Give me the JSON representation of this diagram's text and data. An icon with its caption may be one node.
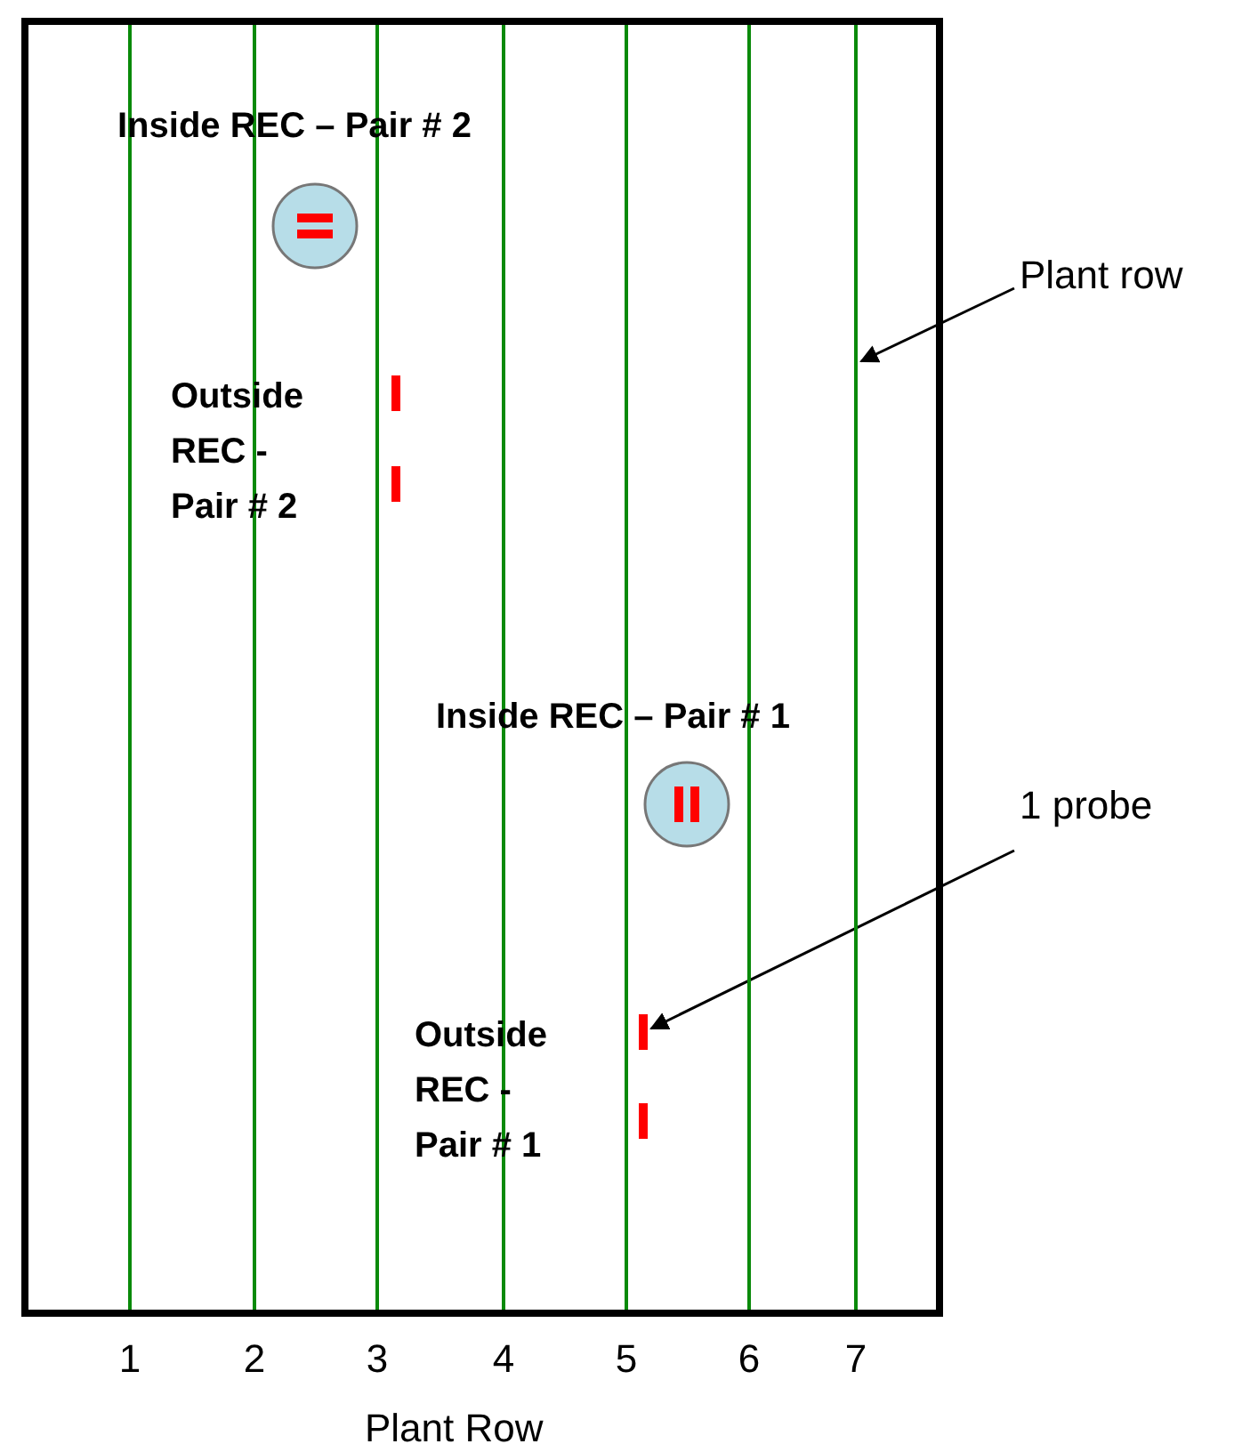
{
  "diagram": {
    "nodes": [
      {
        "text": [
          "Plant row"
        ]
      },
      {
        "text": [],
        "shape": "bar"
      },
      {
        "text": [
          "1 probe"
        ]
      },
      {
        "text": [],
        "shape": "bar"
      }
    ],
    "edges": [
      {
        "from": 0,
        "to": 1,
        "arrow": "to"
      },
      {
        "from": 2,
        "to": 3,
        "arrow": "to"
      }
    ],
    "labels": [
      "Inside REC – Pair # 2",
      "Outside REC - Pair # 2",
      "Inside REC – Pair # 1",
      "Outside REC - Pair # 1",
      "1",
      "2",
      "3",
      "4",
      "5",
      "6",
      "7",
      "Plant Row"
    ]
  }
}
